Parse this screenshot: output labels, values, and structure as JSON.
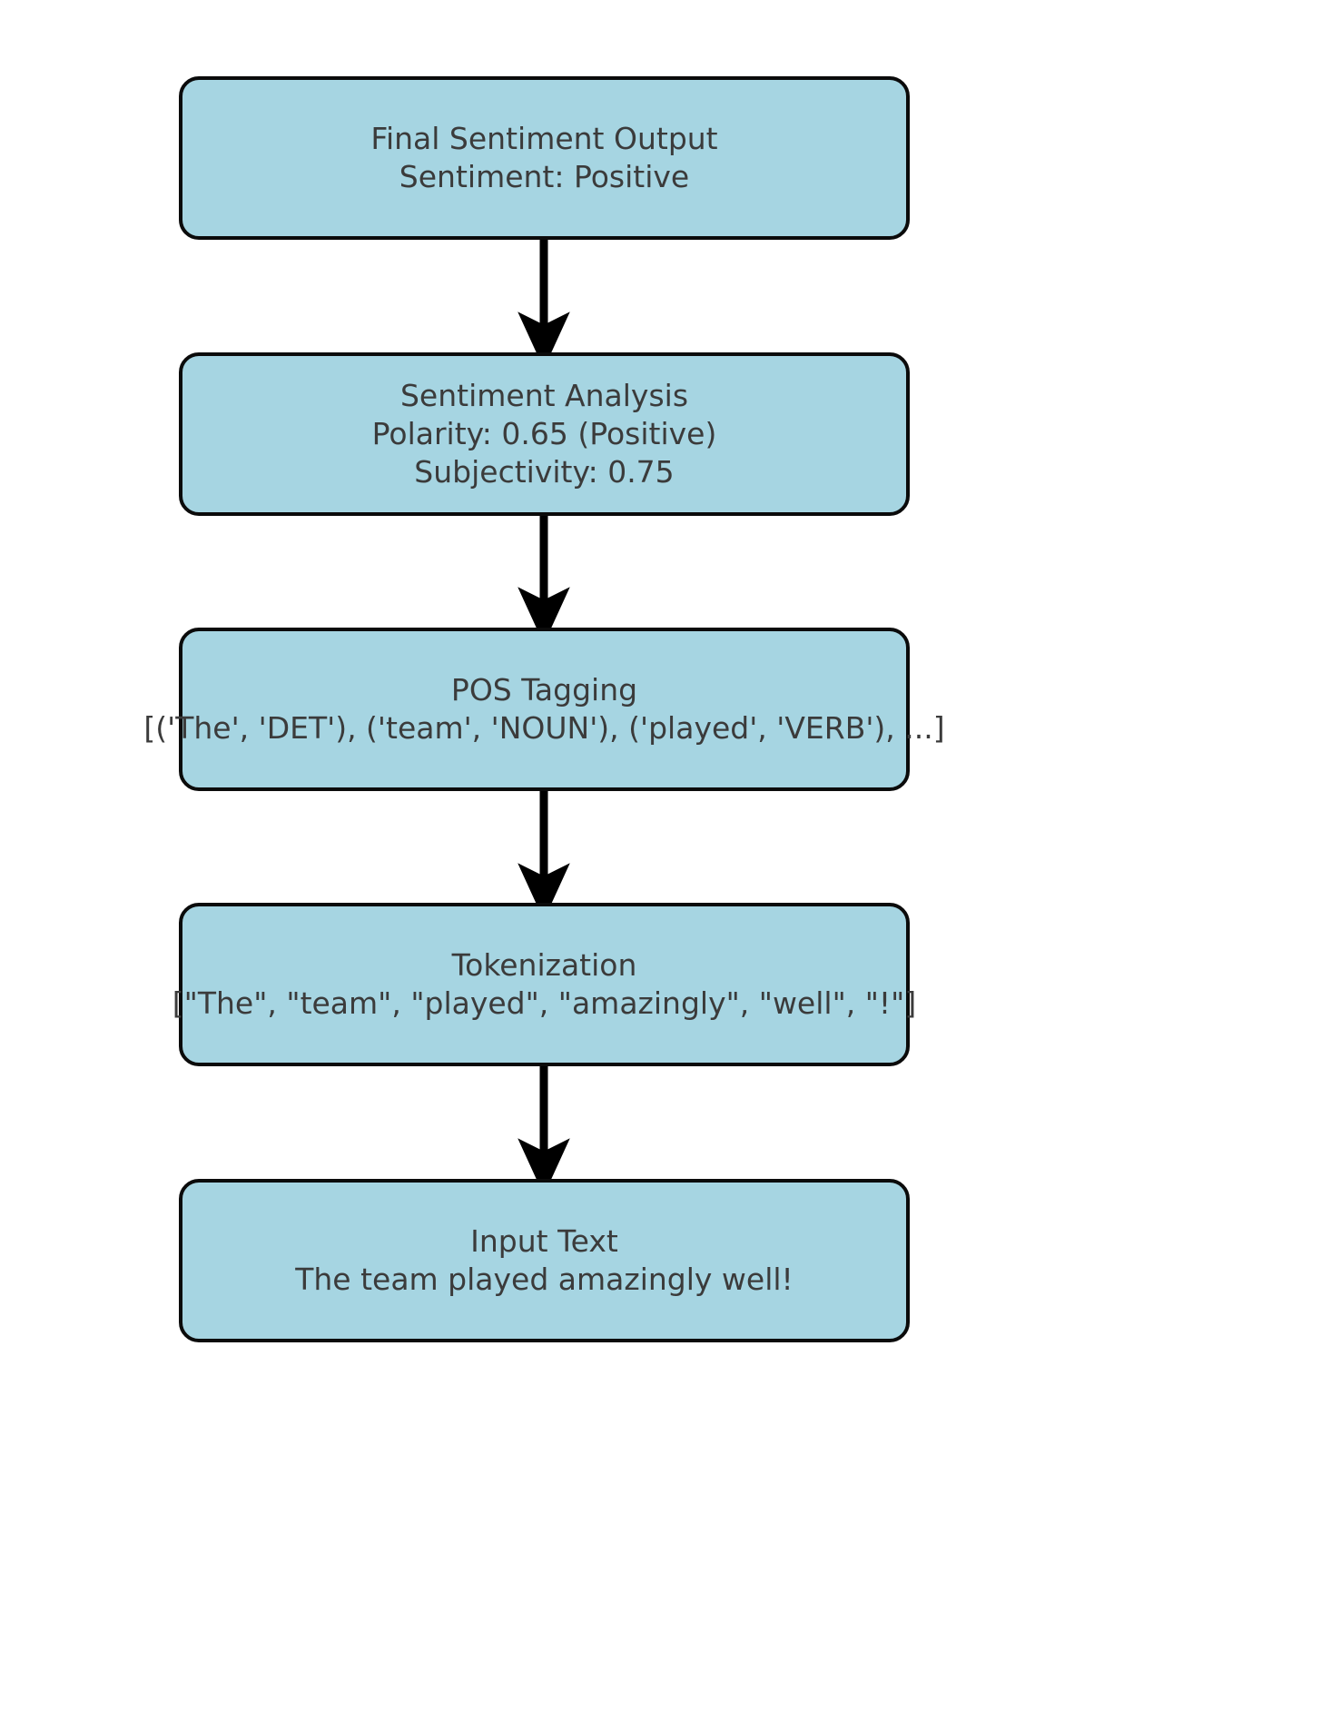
{
  "diagram": {
    "type": "flowchart",
    "orientation": "bottom-to-top pipeline rendered top-to-bottom",
    "background_color": "#ffffff",
    "node_fill_color": "#a6d5e2",
    "node_border_color": "#0b0b0b",
    "text_color": "#3b3b3b",
    "arrow_color": "#000000",
    "nodes": [
      {
        "id": "final-sentiment-output",
        "title": "Final Sentiment Output",
        "lines": [
          "Final Sentiment Output",
          "Sentiment: Positive"
        ],
        "detail": "Sentiment: Positive"
      },
      {
        "id": "sentiment-analysis",
        "title": "Sentiment Analysis",
        "lines": [
          "Sentiment Analysis",
          "Polarity: 0.65 (Positive)",
          "Subjectivity: 0.75"
        ],
        "polarity": "Polarity: 0.65 (Positive)",
        "subjectivity": "Subjectivity: 0.75"
      },
      {
        "id": "pos-tagging",
        "title": "POS Tagging",
        "lines": [
          "POS Tagging",
          "[('The', 'DET'), ('team', 'NOUN'), ('played', 'VERB'), ...]"
        ],
        "detail": "[('The', 'DET'), ('team', 'NOUN'), ('played', 'VERB'), ...]"
      },
      {
        "id": "tokenization",
        "title": "Tokenization",
        "lines": [
          "Tokenization",
          "[\"The\", \"team\", \"played\", \"amazingly\", \"well\", \"!\"]"
        ],
        "detail": "[\"The\", \"team\", \"played\", \"amazingly\", \"well\", \"!\"]"
      },
      {
        "id": "input-text",
        "title": "Input Text",
        "lines": [
          "Input Text",
          "The team played amazingly well!"
        ],
        "detail": "The team played amazingly well!"
      }
    ],
    "edges": [
      {
        "from": "final-sentiment-output",
        "to": "sentiment-analysis",
        "direction": "down"
      },
      {
        "from": "sentiment-analysis",
        "to": "pos-tagging",
        "direction": "down"
      },
      {
        "from": "pos-tagging",
        "to": "tokenization",
        "direction": "down"
      },
      {
        "from": "tokenization",
        "to": "input-text",
        "direction": "down"
      }
    ]
  }
}
